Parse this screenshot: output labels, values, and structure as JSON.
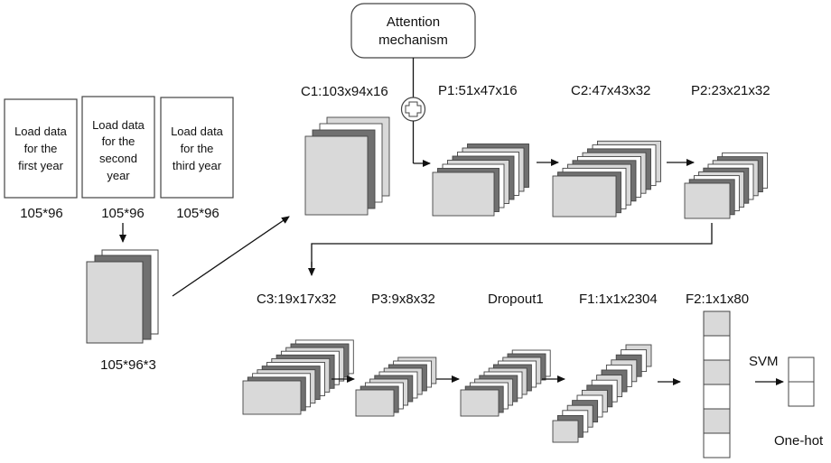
{
  "attention": {
    "line1": "Attention",
    "line2": "mechanism"
  },
  "inputs": [
    {
      "lines": [
        "Load data",
        "for the",
        "first year"
      ],
      "size": "105*96"
    },
    {
      "lines": [
        "Load data",
        "for the",
        "second",
        "year"
      ],
      "size": "105*96"
    },
    {
      "lines": [
        "Load data",
        "for the",
        "third year"
      ],
      "size": "105*96"
    }
  ],
  "stacked_label": "105*96*3",
  "layers_row1": [
    "C1:103x94x16",
    "P1:51x47x16",
    "C2:47x43x32",
    "P2:23x21x32"
  ],
  "layers_row2": [
    "C3:19x17x32",
    "P3:9x8x32",
    "Dropout1",
    "F1:1x1x2304",
    "F2:1x1x80"
  ],
  "svm_label": "SVM",
  "onehot_label": "One-hot",
  "colors": {
    "light": "#d9d9d9",
    "dark": "#707070",
    "white": "#ffffff",
    "stroke": "#444444"
  }
}
